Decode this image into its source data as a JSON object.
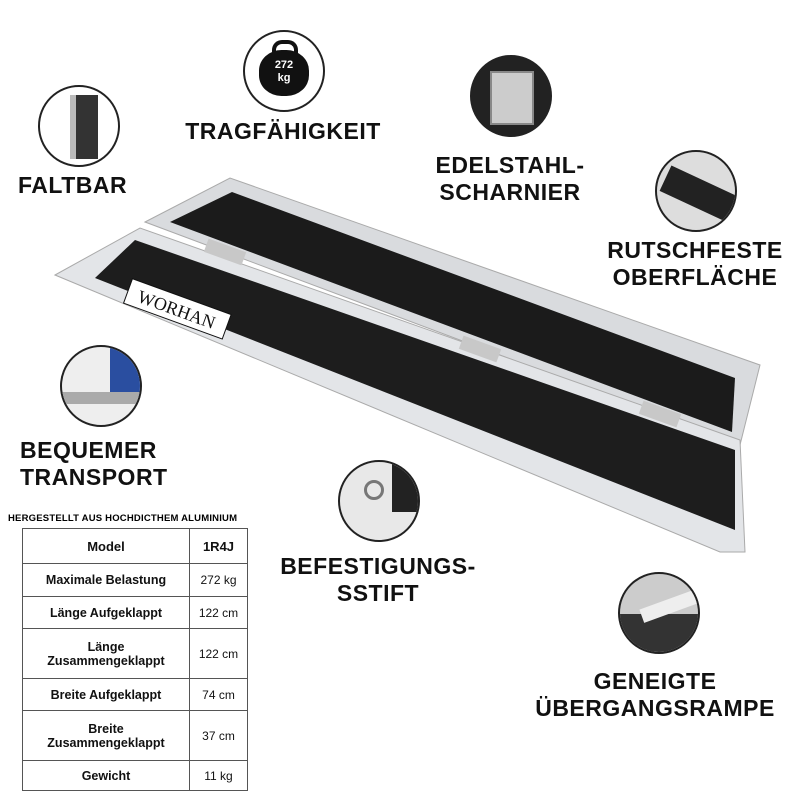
{
  "brand": "WORHAN",
  "features": {
    "foldable": "FALTBAR",
    "capacity": "TRAGFÄHIGKEIT",
    "capacity_badge": [
      "272",
      "kg"
    ],
    "hinge": [
      "EDELSTAHL-",
      "SCHARNIER"
    ],
    "nonslip": [
      "RUTSCHFESTE",
      "OBERFLÄCHE"
    ],
    "transport": [
      "BEQUEMER",
      "TRANSPORT"
    ],
    "pin": [
      "BEFESTIGUNGS-",
      "SSTIFT"
    ],
    "transition": [
      "GENEIGTE",
      "ÜBERGANGSRAMPE"
    ]
  },
  "table": {
    "caption": "HERGESTELLT AUS HOCHDICTHEM ALUMINIUM",
    "header": [
      "Model",
      "1R4J"
    ],
    "rows": [
      {
        "k1": "Maximale Belastung",
        "k2": "",
        "v": "272 kg"
      },
      {
        "k1": "Länge Aufgeklappt",
        "k2": "",
        "v": "122 cm"
      },
      {
        "k1": "Länge",
        "k2": "Zusammengeklappt",
        "v": "122 cm"
      },
      {
        "k1": "Breite Aufgeklappt",
        "k2": "",
        "v": "74 cm"
      },
      {
        "k1": "Breite",
        "k2": "Zusammengeklappt",
        "v": "37 cm"
      },
      {
        "k1": "Gewicht",
        "k2": "",
        "v": "11 kg"
      }
    ]
  }
}
